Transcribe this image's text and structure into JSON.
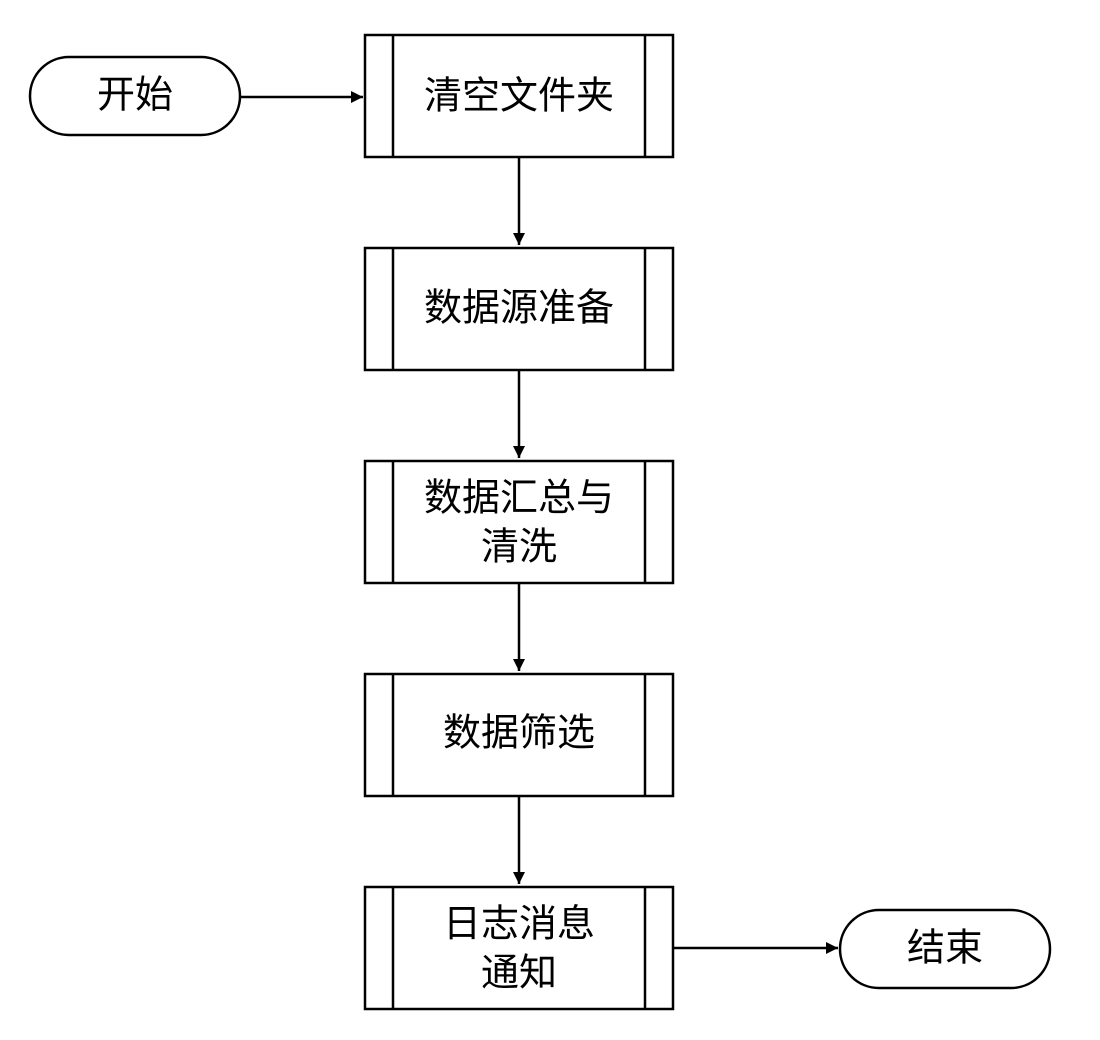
{
  "diagram": {
    "start_label": "开始",
    "end_label": "结束",
    "steps": [
      {
        "lines": [
          "清空文件夹"
        ]
      },
      {
        "lines": [
          "数据源准备"
        ]
      },
      {
        "lines": [
          "数据汇总与",
          "清洗"
        ]
      },
      {
        "lines": [
          "数据筛选"
        ]
      },
      {
        "lines": [
          "日志消息",
          "通知"
        ]
      }
    ]
  }
}
